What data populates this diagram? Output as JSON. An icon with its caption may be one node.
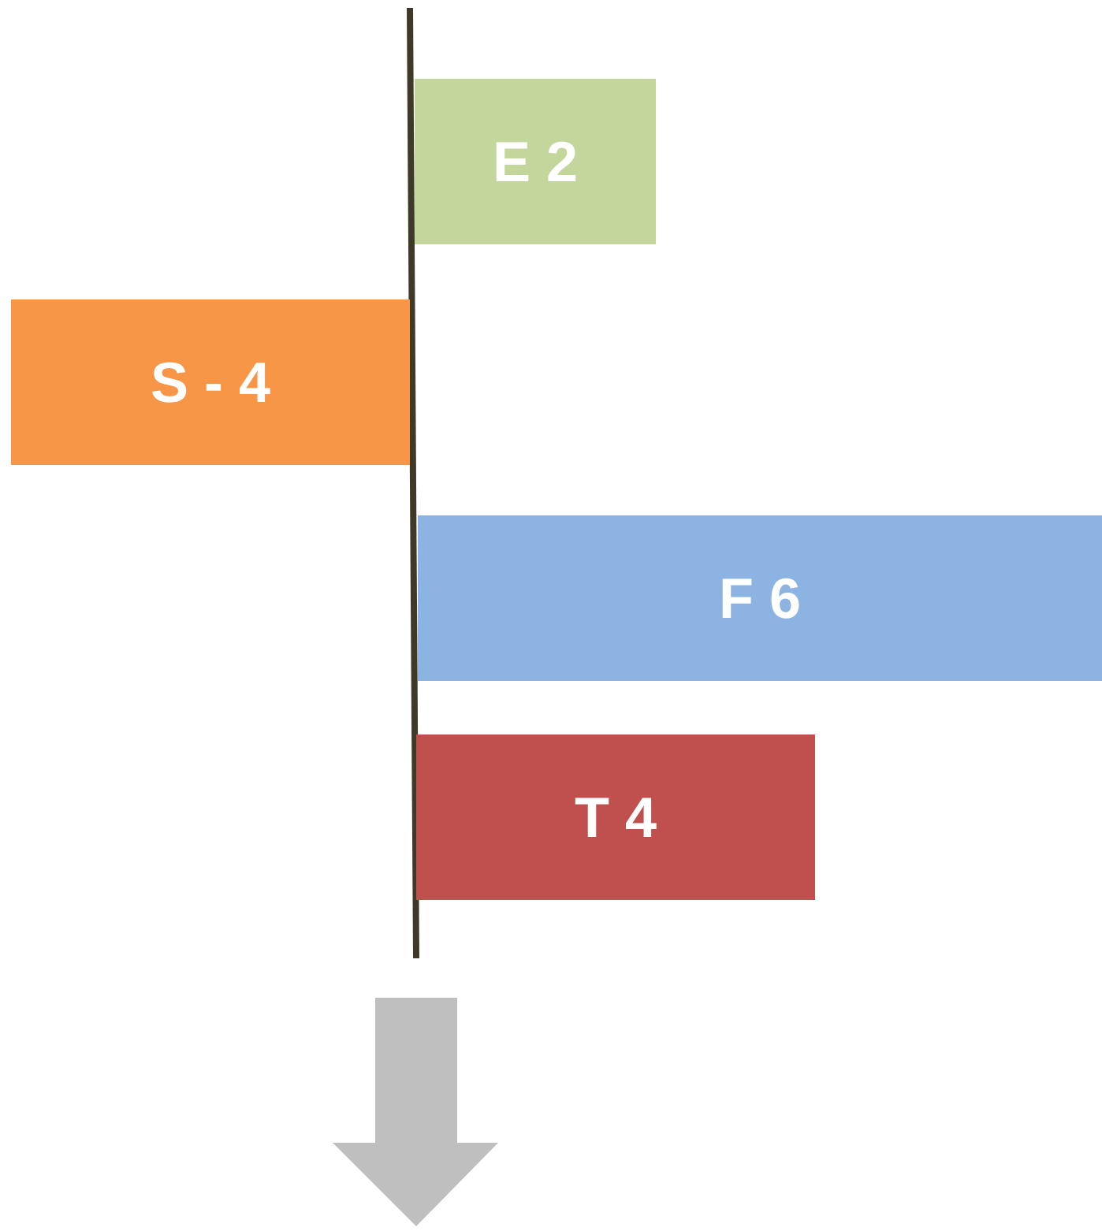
{
  "diagram": {
    "nodes": [
      {
        "text": [
          "E 2"
        ]
      },
      {
        "text": [
          "S - 4"
        ]
      },
      {
        "text": [
          "F 6"
        ]
      },
      {
        "text": [
          "T 4"
        ]
      }
    ]
  }
}
